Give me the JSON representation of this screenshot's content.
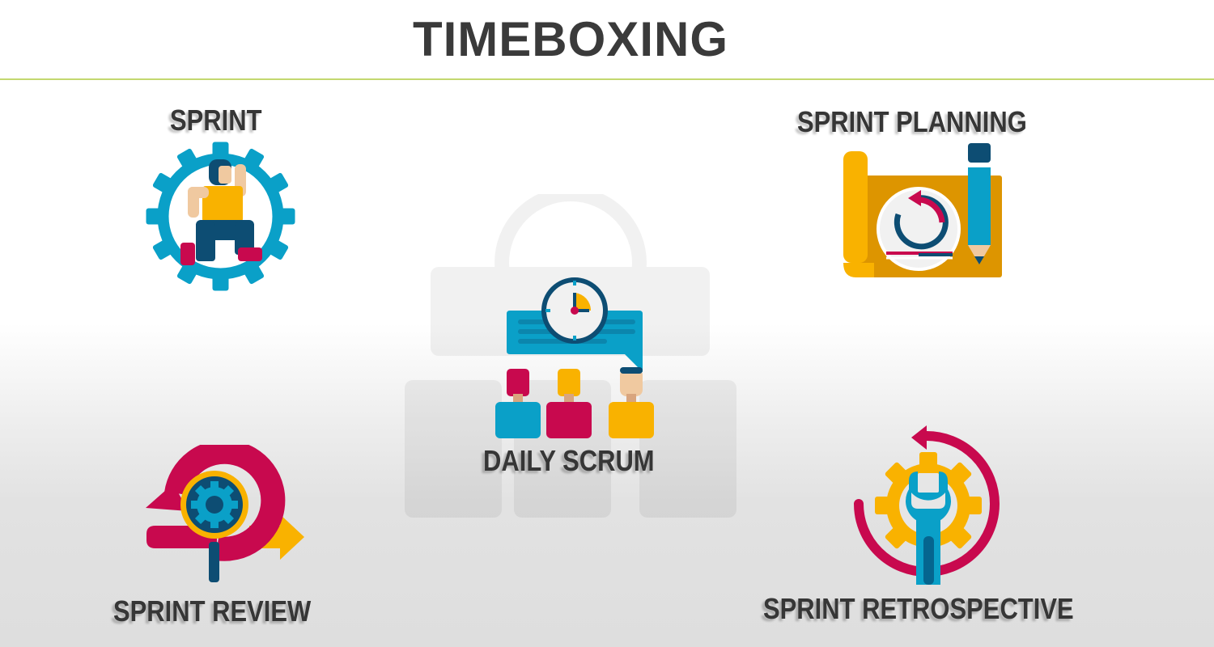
{
  "title": "TIMEBOXING",
  "colors": {
    "title_text": "#3a3a3a",
    "header_rule": "#c3d86f",
    "label_text": "#363636",
    "blue": "#0aa0c8",
    "navy": "#0d4d73",
    "yellow": "#f9b200",
    "crimson": "#c8094e",
    "skin": "#f0c9a0"
  },
  "items": [
    {
      "id": "sprint",
      "label": "SPRINT",
      "icon": "runner-in-gear-icon"
    },
    {
      "id": "sprint-planning",
      "label": "SPRINT PLANNING",
      "icon": "blueprint-cycle-pencil-icon"
    },
    {
      "id": "daily-scrum",
      "label": "DAILY SCRUM",
      "icon": "team-clock-chat-icon"
    },
    {
      "id": "sprint-review",
      "label": "SPRINT REVIEW",
      "icon": "magnifier-gear-cycle-arrow-icon"
    },
    {
      "id": "sprint-retrospective",
      "label": "SPRINT RETROSPECTIVE",
      "icon": "wrench-gear-cycle-icon"
    }
  ]
}
